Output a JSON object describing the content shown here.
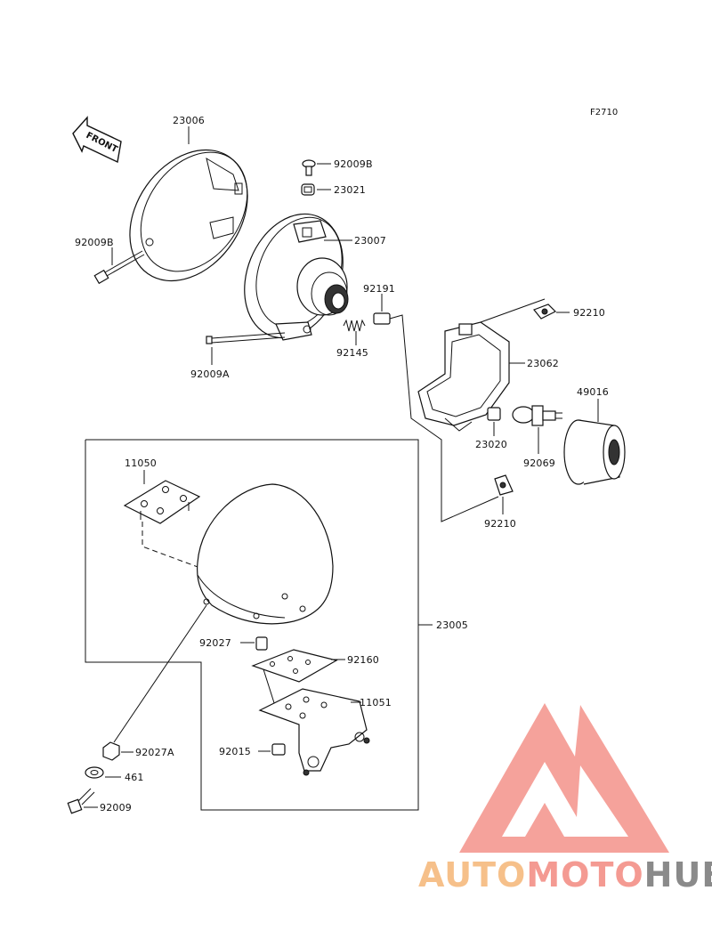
{
  "figure_code": "F2710",
  "front_label": "FRONT",
  "watermark": {
    "auto": "AUTO",
    "moto": "MOTO",
    "hub": "HUB",
    "auto_color": "#f6c08a",
    "moto_color": "#f49a92",
    "hub_color": "#8a8a8a"
  },
  "parts": {
    "p23006": "23006",
    "p92009B_top": "92009B",
    "p23021": "23021",
    "p23007": "23007",
    "p92009B_left": "92009B",
    "p92191": "92191",
    "p92145": "92145",
    "p92009A": "92009A",
    "p92210_top": "92210",
    "p23062": "23062",
    "p49016": "49016",
    "p23020": "23020",
    "p92069": "92069",
    "p92210_bottom": "92210",
    "p11050": "11050",
    "p23005": "23005",
    "p92027": "92027",
    "p92160": "92160",
    "p11051": "11051",
    "p92015": "92015",
    "p92027A": "92027A",
    "p461": "461",
    "p92009": "92009"
  }
}
